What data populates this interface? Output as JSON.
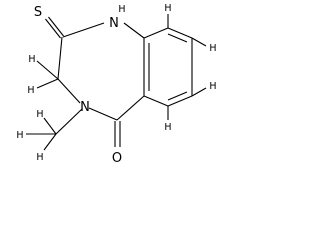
{
  "molecule": {
    "atoms": {
      "sulfur": "S",
      "nh_n": "N",
      "nh_h": "H",
      "ring_n": "N",
      "oxygen": "O",
      "ch2_h_upper": "H",
      "ch2_h_lower": "H",
      "me_h_left": "H",
      "me_h_top": "H",
      "me_h_bottom": "H",
      "ar_h_top": "H",
      "ar_h_upper_right": "H",
      "ar_h_lower_right": "H",
      "ar_h_bottom": "H"
    }
  }
}
